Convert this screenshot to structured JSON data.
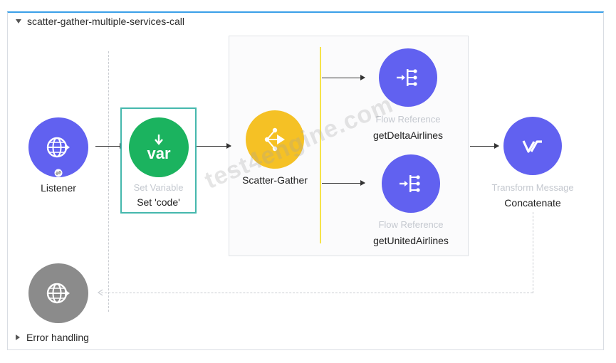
{
  "flow": {
    "title": "scatter-gather-multiple-services-call",
    "error_handling": "Error handling"
  },
  "nodes": {
    "listener": {
      "name": "Listener",
      "icon": "globe-arrow-icon",
      "color": "#6161f0"
    },
    "set_variable": {
      "type": "Set Variable",
      "name": "Set 'code'",
      "icon_text": "var",
      "color": "#1bb35f"
    },
    "scatter_gather": {
      "name": "Scatter-Gather",
      "icon": "scatter-gather-icon",
      "color": "#f5c125"
    },
    "flow_ref_delta": {
      "type": "Flow Reference",
      "name": "getDeltaAirlines",
      "icon": "flow-reference-icon",
      "color": "#6161f0"
    },
    "flow_ref_united": {
      "type": "Flow Reference",
      "name": "getUnitedAirlines",
      "icon": "flow-reference-icon",
      "color": "#6161f0"
    },
    "transform": {
      "type": "Transform Message",
      "name": "Concatenate",
      "icon": "dataweave-icon",
      "color": "#6161f0"
    },
    "error_source": {
      "icon": "globe-arrow-icon",
      "color": "#8b8b8b"
    }
  },
  "watermark": "test4engine.com"
}
